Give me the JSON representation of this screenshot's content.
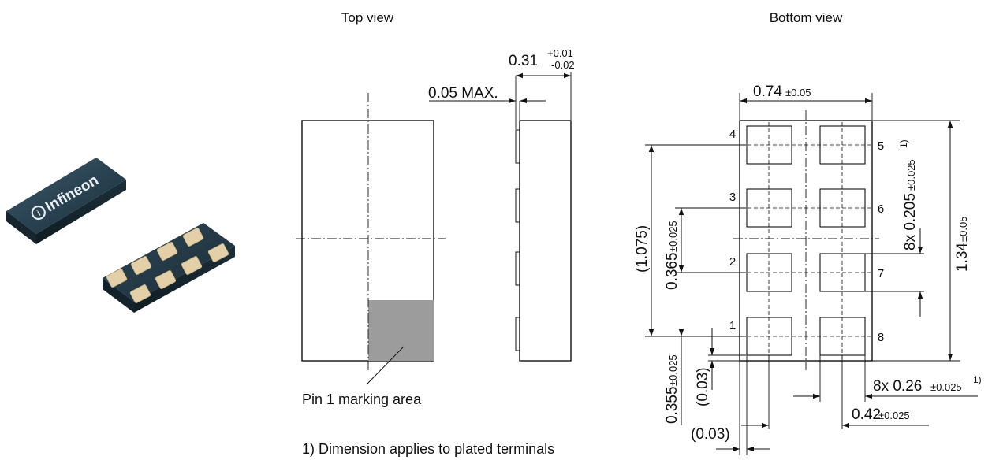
{
  "views": {
    "top_title": "Top view",
    "bottom_title": "Bottom view"
  },
  "photo": {
    "brand": "Infineon",
    "logo_glyph": "i"
  },
  "side": {
    "max_label": "0.05 MAX.",
    "thickness": "0.31",
    "thickness_plus": "+0.01",
    "thickness_minus": "-0.02"
  },
  "top": {
    "pin1_label": "Pin 1 marking area"
  },
  "bottom": {
    "width": "0.74",
    "width_tol": "±0.05",
    "height": "1.34",
    "height_tol": "±0.05",
    "pad_height": "8x 0.205",
    "pad_height_tol": "±0.025",
    "pad_height_note": "1)",
    "pitch_ref": "(1.075)",
    "pitch": "0.365",
    "pitch_tol": "±0.025",
    "edge_offset": "0.355",
    "edge_offset_tol": "±0.025",
    "gap_v": "(0.03)",
    "gap_h": "(0.03)",
    "pad_width": "8x 0.26",
    "pad_width_tol": "±0.025",
    "pad_width_note": "1)",
    "col_pitch": "0.42",
    "col_pitch_tol": "±0.025",
    "pins": [
      "1",
      "2",
      "3",
      "4",
      "5",
      "6",
      "7",
      "8"
    ]
  },
  "footnote": "1) Dimension applies to plated terminals"
}
